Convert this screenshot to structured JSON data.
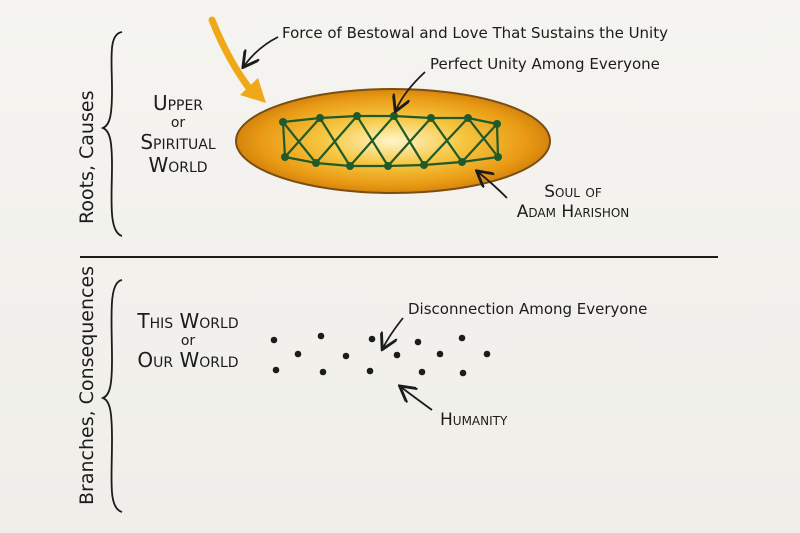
{
  "upper": {
    "side_label": "Roots, Causes",
    "world_line1": "Upper",
    "world_or": "or",
    "world_line2": "Spiritual",
    "world_line3": "World",
    "force_label": "Force of Bestowal and Love That Sustains the Unity",
    "unity_label": "Perfect Unity Among Everyone",
    "soul_line1": "Soul of",
    "soul_line2": "Adam Harishon"
  },
  "lower": {
    "side_label": "Branches, Consequences",
    "world_line1": "This World",
    "world_or": "or",
    "world_line2": "Our World",
    "disconnection_label": "Disconnection Among Everyone",
    "humanity_label": "Humanity"
  },
  "colors": {
    "ellipse_fill": "#f2b225",
    "ellipse_stroke": "#7a4e12",
    "network": "#1f5a2a",
    "arrow_orange": "#f0a818",
    "ink": "#1c1c1c"
  }
}
